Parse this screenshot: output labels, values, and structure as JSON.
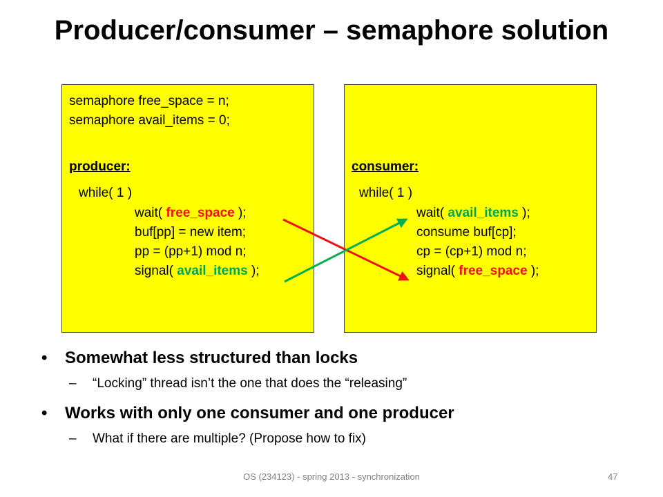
{
  "title": "Producer/consumer – semaphore solution",
  "producer": {
    "decl1": "semaphore free_space = n;",
    "decl2": "semaphore avail_items = 0;",
    "heading": "producer:",
    "loop": "while( 1 )",
    "wait_pre": "wait( ",
    "wait_kw": "free_space",
    "wait_post": " );",
    "buf": "buf[pp] = new item;",
    "pp": "pp = (pp+1) mod n;",
    "signal_pre": "signal( ",
    "signal_kw": "avail_items",
    "signal_post": " );"
  },
  "consumer": {
    "heading": "consumer:",
    "loop": "while( 1 )",
    "wait_pre": "wait( ",
    "wait_kw": "avail_items",
    "wait_post": " );",
    "consume": "consume buf[cp];",
    "cp": "cp = (cp+1) mod n;",
    "signal_pre": "signal( ",
    "signal_kw": "free_space",
    "signal_post": " );"
  },
  "bullets": [
    {
      "text": "Somewhat less structured than locks",
      "sub": "“Locking” thread isn’t the one that does the “releasing”"
    },
    {
      "text": "Works with only one consumer and one producer",
      "sub": "What if there are multiple? (Propose how to fix)"
    }
  ],
  "bullet_glyph": "•",
  "dash_glyph": "–",
  "footer": "OS (234123) - spring 2013 - synchronization",
  "page_number": "47",
  "colors": {
    "box_fill": "#ffff00",
    "keyword_red": "#ee1111",
    "keyword_green": "#00a650",
    "arrow_red": "#ee1111",
    "arrow_green": "#00b050"
  }
}
